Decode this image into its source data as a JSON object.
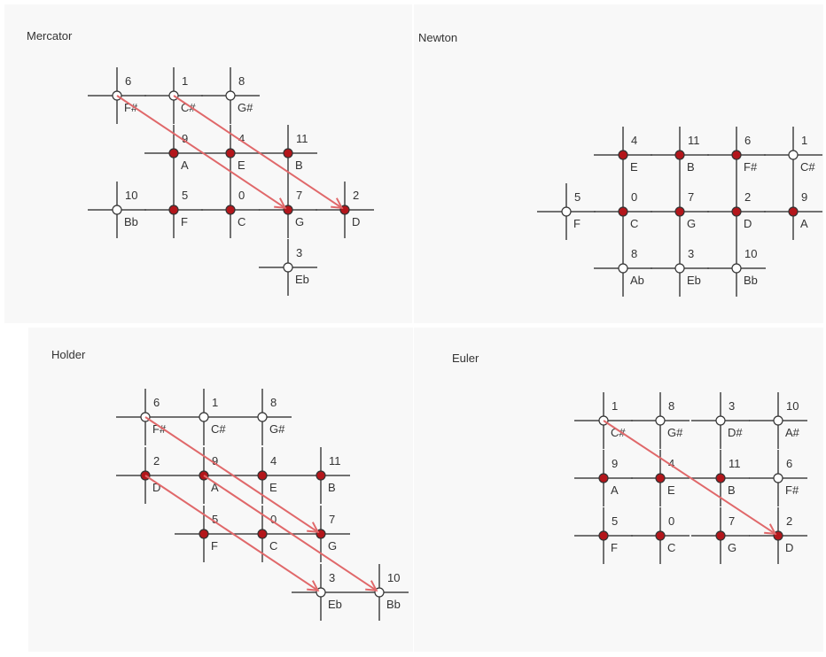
{
  "colors": {
    "active": "#b3161b",
    "inactive": "#ffffff",
    "line": "#444444",
    "arrow": "#e0686a"
  },
  "diagrams": [
    {
      "title": "Mercator",
      "nodes": [
        {
          "name": "F#",
          "number": "6",
          "active": false
        },
        {
          "name": "C#",
          "number": "1",
          "active": false
        },
        {
          "name": "G#",
          "number": "8",
          "active": false
        },
        {
          "name": "A",
          "number": "9",
          "active": true
        },
        {
          "name": "E",
          "number": "4",
          "active": true
        },
        {
          "name": "B",
          "number": "11",
          "active": true
        },
        {
          "name": "Bb",
          "number": "10",
          "active": false
        },
        {
          "name": "F",
          "number": "5",
          "active": true
        },
        {
          "name": "C",
          "number": "0",
          "active": true
        },
        {
          "name": "G",
          "number": "7",
          "active": true
        },
        {
          "name": "D",
          "number": "2",
          "active": true
        },
        {
          "name": "Eb",
          "number": "3",
          "active": false
        }
      ],
      "arrows": [
        [
          "F#",
          "G"
        ],
        [
          "C#",
          "D"
        ]
      ]
    },
    {
      "title": "Newton",
      "nodes": [
        {
          "name": "E",
          "number": "4",
          "active": true
        },
        {
          "name": "B",
          "number": "11",
          "active": true
        },
        {
          "name": "F#",
          "number": "6",
          "active": true
        },
        {
          "name": "C#",
          "number": "1",
          "active": false
        },
        {
          "name": "F",
          "number": "5",
          "active": false
        },
        {
          "name": "C",
          "number": "0",
          "active": true
        },
        {
          "name": "G",
          "number": "7",
          "active": true
        },
        {
          "name": "D",
          "number": "2",
          "active": true
        },
        {
          "name": "A",
          "number": "9",
          "active": true
        },
        {
          "name": "Ab",
          "number": "8",
          "active": false
        },
        {
          "name": "Eb",
          "number": "3",
          "active": false
        },
        {
          "name": "Bb",
          "number": "10",
          "active": false
        }
      ],
      "arrows": []
    },
    {
      "title": "Holder",
      "nodes": [
        {
          "name": "F#",
          "number": "6",
          "active": false
        },
        {
          "name": "C#",
          "number": "1",
          "active": false
        },
        {
          "name": "G#",
          "number": "8",
          "active": false
        },
        {
          "name": "D",
          "number": "2",
          "active": true
        },
        {
          "name": "A",
          "number": "9",
          "active": true
        },
        {
          "name": "E",
          "number": "4",
          "active": true
        },
        {
          "name": "B",
          "number": "11",
          "active": true
        },
        {
          "name": "F",
          "number": "5",
          "active": true
        },
        {
          "name": "C",
          "number": "0",
          "active": true
        },
        {
          "name": "G",
          "number": "7",
          "active": true
        },
        {
          "name": "Eb",
          "number": "3",
          "active": false
        },
        {
          "name": "Bb",
          "number": "10",
          "active": false
        }
      ],
      "arrows": [
        [
          "F#",
          "G"
        ],
        [
          "D",
          "Eb"
        ],
        [
          "A",
          "Bb"
        ]
      ]
    },
    {
      "title": "Euler",
      "nodes": [
        {
          "name": "C#",
          "number": "1",
          "active": false
        },
        {
          "name": "G#",
          "number": "8",
          "active": false
        },
        {
          "name": "D#",
          "number": "3",
          "active": false
        },
        {
          "name": "A#",
          "number": "10",
          "active": false
        },
        {
          "name": "A",
          "number": "9",
          "active": true
        },
        {
          "name": "E",
          "number": "4",
          "active": true
        },
        {
          "name": "B",
          "number": "11",
          "active": true
        },
        {
          "name": "F#",
          "number": "6",
          "active": false
        },
        {
          "name": "F",
          "number": "5",
          "active": true
        },
        {
          "name": "C",
          "number": "0",
          "active": true
        },
        {
          "name": "G",
          "number": "7",
          "active": true
        },
        {
          "name": "D",
          "number": "2",
          "active": true
        }
      ],
      "arrows": [
        [
          "C#",
          "D"
        ]
      ]
    }
  ]
}
